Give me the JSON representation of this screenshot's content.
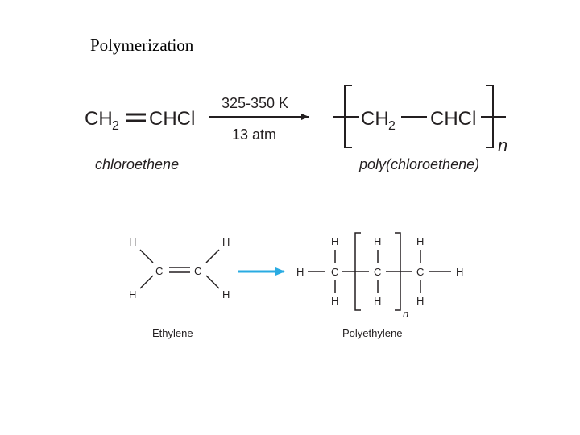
{
  "title": "Polymerization",
  "reaction1": {
    "reactant_ch2": "CH",
    "reactant_ch2_sub": "2",
    "reactant_chcl": "CHCl",
    "condition_top": "325-350 K",
    "condition_bottom": "13 atm",
    "product_ch2": "CH",
    "product_ch2_sub": "2",
    "product_chcl": "CHCl",
    "repeat_n": "n",
    "reactant_name": "chloroethene",
    "product_name": "poly(chloroethene)"
  },
  "reaction2": {
    "atom_h": "H",
    "atom_c": "C",
    "repeat_n": "n",
    "reactant_name": "Ethylene",
    "product_name": "Polyethylene"
  },
  "colors": {
    "text": "#231f20",
    "arrow_blue": "#29abe2"
  }
}
